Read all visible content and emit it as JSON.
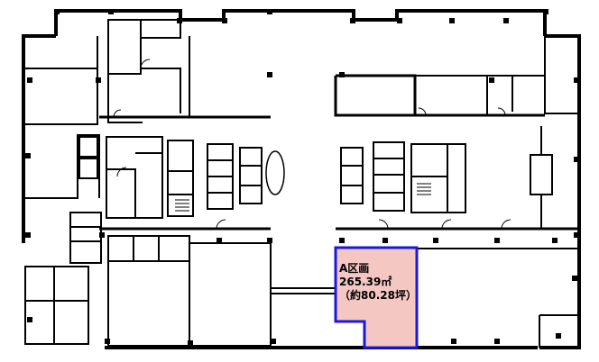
{
  "plan": {
    "highlight": {
      "name": "A区画",
      "area": "265.39㎡",
      "tsubo": "（約80.28坪）",
      "fill": "#f4c7c3",
      "stroke": "#1a1ad6"
    },
    "colors": {
      "wall": "#000000",
      "thin": "#222222",
      "background": "#ffffff"
    }
  }
}
